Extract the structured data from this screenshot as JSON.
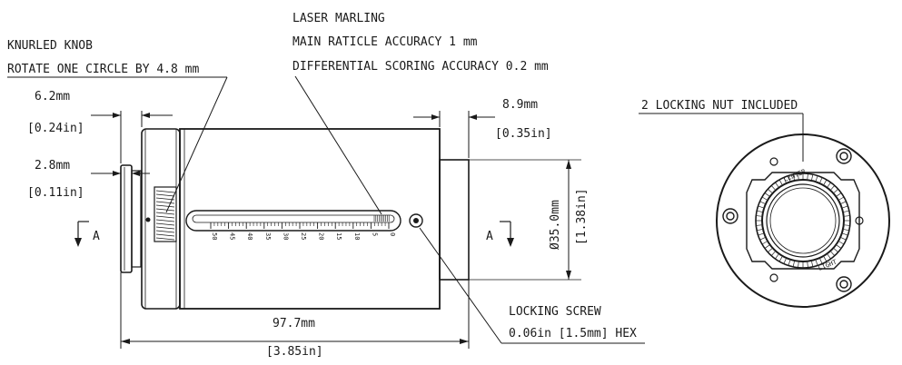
{
  "callouts": {
    "knurled_knob_line1": "KNURLED KNOB",
    "knurled_knob_line2": "ROTATE ONE CIRCLE BY 4.8 mm",
    "laser_line1": "LASER MARLING",
    "laser_line2": "MAIN RATICLE ACCURACY 1 mm",
    "laser_line3": "DIFFERENTIAL SCORING ACCURACY 0.2 mm",
    "locking_nut": "2 LOCKING NUT INCLUDED",
    "locking_screw_line1": "LOCKING SCREW",
    "locking_screw_line2": "0.06in [1.5mm] HEX"
  },
  "dimensions": {
    "d1_mm": "6.2mm",
    "d1_in": "[0.24in]",
    "d2_mm": "2.8mm",
    "d2_in": "[0.11in]",
    "d3_mm": "8.9mm",
    "d3_in": "[0.35in]",
    "length_mm": "97.7mm",
    "length_in": "[3.85in]",
    "diameter_mm": "Ø35.0mm",
    "diameter_in": "[1.38in]"
  },
  "section_marks": {
    "left": "A",
    "right": "A"
  },
  "scale": {
    "labels": [
      "50",
      "45",
      "40",
      "35",
      "30",
      "25",
      "20",
      "15",
      "10",
      "5",
      "0"
    ]
  },
  "nut_marks": {
    "top": "CENTER",
    "bottom": "LIGHT"
  }
}
